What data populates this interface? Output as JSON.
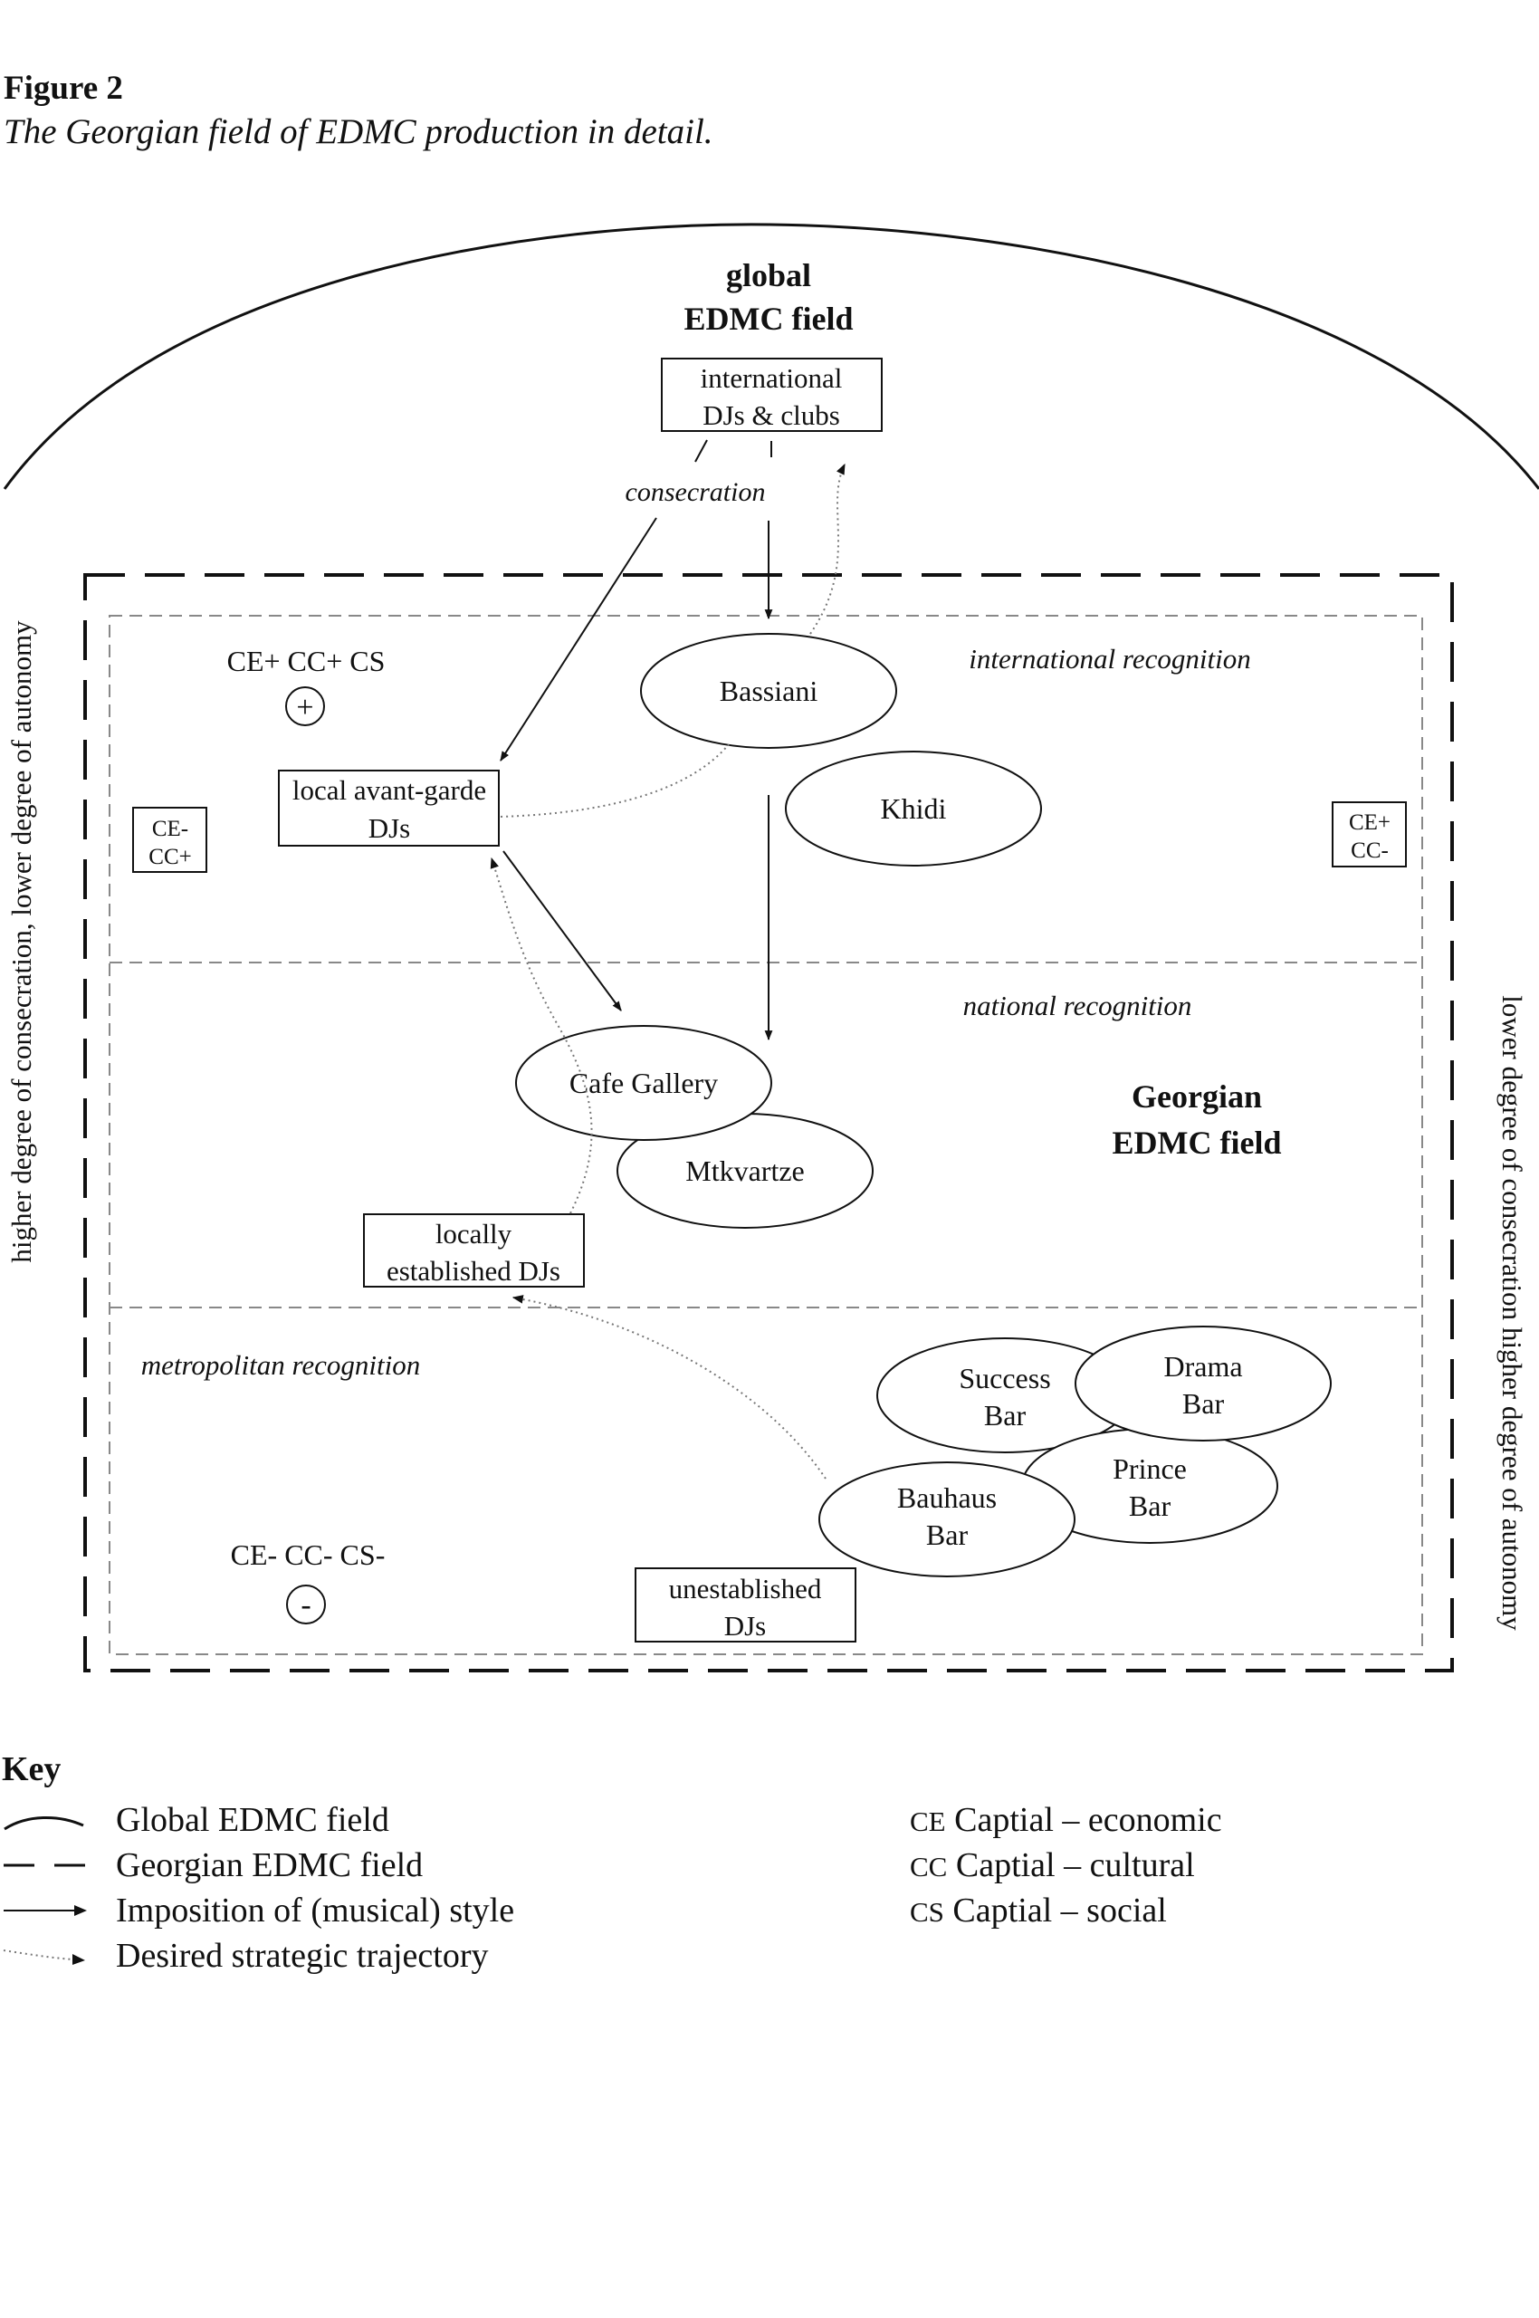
{
  "figure": {
    "label": "Figure 2",
    "caption": "The Georgian field of EDMC production in detail."
  },
  "global_field": {
    "title_line1": "global",
    "title_line2": "EDMC field",
    "box_line1": "international",
    "box_line2": "DJs & clubs",
    "consecration": "consecration"
  },
  "georgian_field": {
    "title_line1": "Georgian",
    "title_line2": "EDMC field"
  },
  "zones": {
    "international": "international recognition",
    "national": "national recognition",
    "metropolitan": "metropolitan recognition"
  },
  "axes": {
    "left": "higher degree of consecration, lower degree of autonomy",
    "right": "lower degree of consecration higher degree of autonomy"
  },
  "capital_markers": {
    "top_left": "CE+ CC+ CS",
    "top_left_symbol": "+",
    "bottom_left": "CE- CC- CS-",
    "bottom_left_symbol": "-",
    "left_box_line1": "CE-",
    "left_box_line2": "CC+",
    "right_box_line1": "CE+",
    "right_box_line2": "CC-"
  },
  "actors": {
    "avant_garde_line1": "local avant-garde",
    "avant_garde_line2": "DJs",
    "locally_line1": "locally",
    "locally_line2": "established DJs",
    "unestablished_line1": "unestablished",
    "unestablished_line2": "DJs"
  },
  "clubs": {
    "bassiani": "Bassiani",
    "khidi": "Khidi",
    "cafe_gallery": "Cafe Gallery",
    "mtkvartze": "Mtkvartze",
    "success_line1": "Success",
    "success_line2": "Bar",
    "drama_line1": "Drama",
    "drama_line2": "Bar",
    "prince_line1": "Prince",
    "prince_line2": "Bar",
    "bauhaus_line1": "Bauhaus",
    "bauhaus_line2": "Bar"
  },
  "key": {
    "title": "Key",
    "items": [
      {
        "label": "Global EDMC field",
        "symbol": "arc"
      },
      {
        "label": "Georgian EDMC field",
        "symbol": "dashed-line"
      },
      {
        "label": "Imposition of (musical) style",
        "symbol": "solid-arrow"
      },
      {
        "label": "Desired strategic trajectory",
        "symbol": "dotted-arrow"
      }
    ],
    "capitals": [
      {
        "abbr": "CE",
        "label": "Captial – economic"
      },
      {
        "abbr": "CC",
        "label": "Captial – cultural"
      },
      {
        "abbr": "CS",
        "label": "Captial – social"
      }
    ]
  },
  "colors": {
    "ink": "#111111",
    "inner_dash": "#888888"
  }
}
